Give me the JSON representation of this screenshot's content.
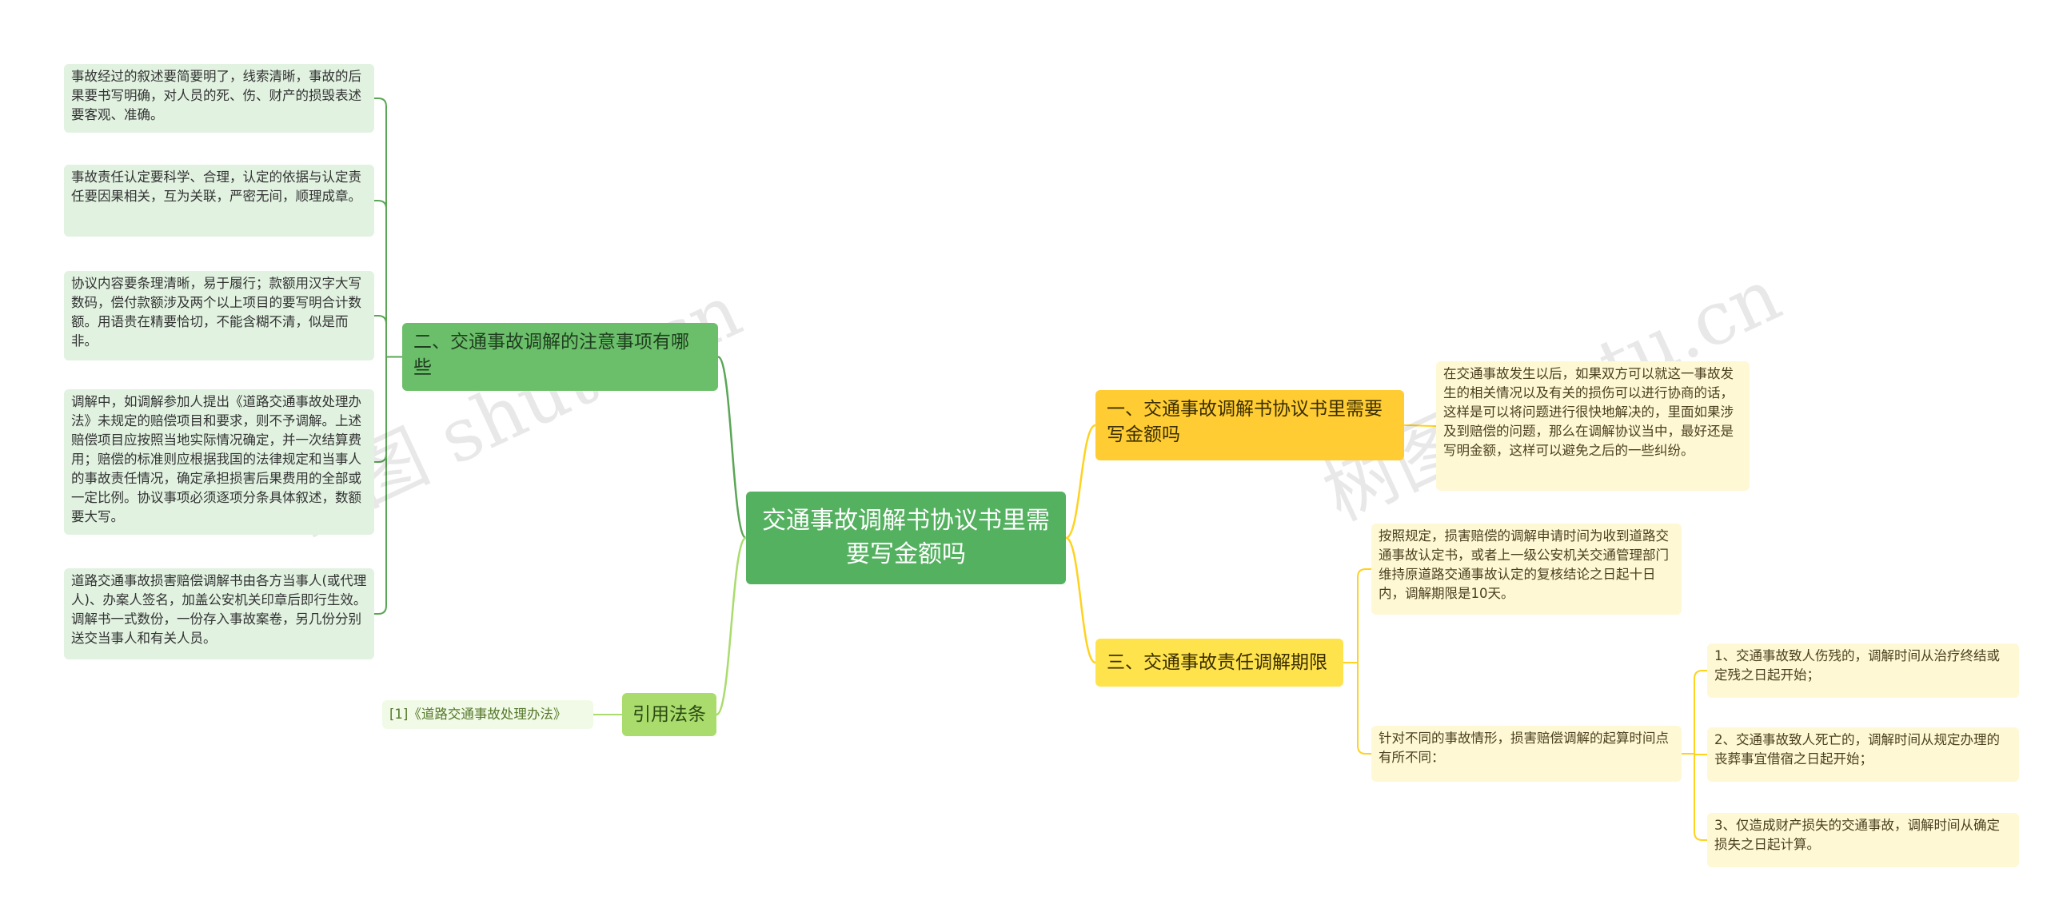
{
  "center": {
    "title": "交通事故调解书协议书里需要写金额吗"
  },
  "left": {
    "notes_branch": {
      "label": "二、交通事故调解的注意事项有哪些",
      "items": [
        "事故经过的叙述要简要明了，线索清晰，事故的后果要书写明确，对人员的死、伤、财产的损毁表述要客观、准确。",
        "事故责任认定要科学、合理，认定的依据与认定责任要因果相关，互为关联，严密无间，顺理成章。",
        "协议内容要条理清晰，易于履行；款额用汉字大写数码，偿付款额涉及两个以上项目的要写明合计数额。用语贵在精要恰切，不能含糊不清，似是而非。",
        "调解中，如调解参加人提出《道路交通事故处理办法》未规定的赔偿项目和要求，则不予调解。上述赔偿项目应按照当地实际情况确定，并一次结算费用；赔偿的标准则应根据我国的法律规定和当事人的事故责任情况，确定承担损害后果费用的全部或一定比例。协议事项必须逐项分条具体叙述，数额要大写。",
        "道路交通事故损害赔偿调解书由各方当事人(或代理人)、办案人签名，加盖公安机关印章后即行生效。调解书一式数份，一份存入事故案卷，另几份分别送交当事人和有关人员。"
      ]
    },
    "law_branch": {
      "label": "引用法条",
      "items": [
        "[1]《道路交通事故处理办法》"
      ]
    }
  },
  "right": {
    "amount_branch": {
      "label": "一、交通事故调解书协议书里需要写金额吗",
      "items": [
        "在交通事故发生以后，如果双方可以就这一事故发生的相关情况以及有关的损伤可以进行协商的话，这样是可以将问题进行很快地解决的，里面如果涉及到赔偿的问题，那么在调解协议当中，最好还是写明金额，这样可以避免之后的一些纠纷。"
      ]
    },
    "period_branch": {
      "label": "三、交通事故责任调解期限",
      "items": [
        "按照规定，损害赔偿的调解申请时间为收到道路交通事故认定书，或者上一级公安机关交通管理部门维持原道路交通事故认定的复核结论之日起十日内，调解期限是10天。",
        "针对不同的事故情形，损害赔偿调解的起算时间点有所不同："
      ],
      "sub_items": [
        "1、交通事故致人伤残的，调解时间从治疗终结或定残之日起开始；",
        "2、交通事故致人死亡的，调解时间从规定办理的丧葬事宜借宿之日起开始；",
        "3、仅造成财产损失的交通事故，调解时间从确定损失之日起计算。"
      ]
    }
  },
  "colors": {
    "left_branch_line": "#5aa655",
    "left_leaf_line": "#5aa655",
    "law_line": "#a9dc6c",
    "right_line": "#ffd21e"
  },
  "watermarks": [
    "树图 shutu.cn",
    "树图 shutu.cn"
  ]
}
